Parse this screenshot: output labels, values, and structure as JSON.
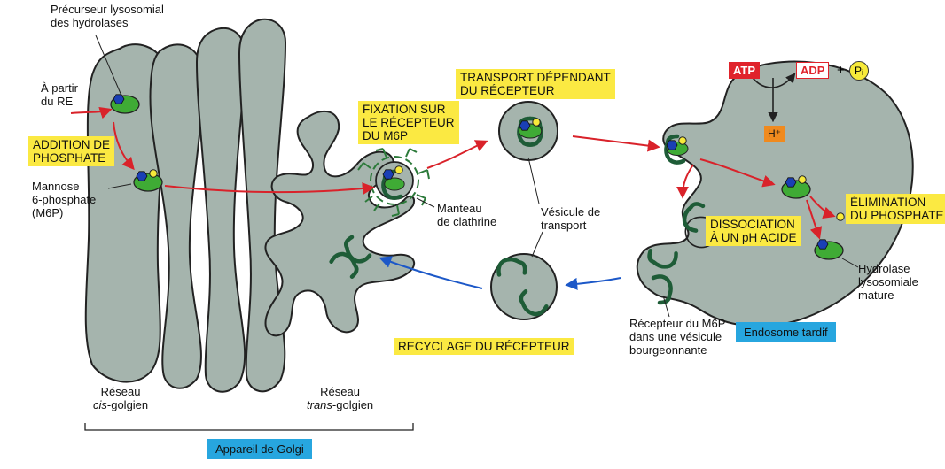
{
  "labels": {
    "precursor": [
      "Précurseur lysosomial",
      "des hydrolases"
    ],
    "from_er": [
      "À partir",
      "du RE"
    ],
    "mannose": [
      "Mannose",
      "6-phosphate",
      "(M6P)"
    ],
    "clathrin": [
      "Manteau",
      "de clathrine"
    ],
    "transport_vesicle": [
      "Vésicule de",
      "transport"
    ],
    "hydrolase_mature": [
      "Hydrolase",
      "lysosomiale",
      "mature"
    ],
    "receptor_budding": [
      "Récepteur du M6P",
      "dans une vésicule",
      "bourgeonnante"
    ],
    "cis_network": {
      "line1": "Réseau",
      "line2_italic": "cis",
      "line2_rest": "-golgien"
    },
    "trans_network": {
      "line1": "Réseau",
      "line2_italic": "trans",
      "line2_rest": "-golgien"
    }
  },
  "steps": {
    "addition": [
      "ADDITION DE",
      "PHOSPHATE"
    ],
    "fixation": [
      "FIXATION SUR",
      "LE RÉCEPTEUR",
      "DU M6P"
    ],
    "transport": [
      "TRANSPORT DÉPENDANT",
      "DU RÉCEPTEUR"
    ],
    "dissociation": [
      "DISSOCIATION",
      "À UN pH ACIDE"
    ],
    "elimination": [
      "ÉLIMINATION",
      "DU PHOSPHATE"
    ],
    "recycling": "RECYCLAGE DU RÉCEPTEUR"
  },
  "compartments": {
    "endosome": "Endosome tardif",
    "golgi": "Appareil de Golgi"
  },
  "energy": {
    "atp": "ATP",
    "adp": "ADP",
    "plus": "+",
    "pi": "Pᵢ",
    "proton": "H⁺"
  },
  "colors": {
    "membrane_fill": "#a5b4ad",
    "outline": "#222222",
    "enzyme": "#3fab35",
    "receptor": "#1e5c37",
    "clathrin": "#2c7a3a",
    "m6p_hex": "#1a3fb5",
    "phosphate": "#f7ea3a",
    "arrow_red": "#d9222a",
    "arrow_blue": "#1c58c8",
    "step_box": "#fbe942",
    "compartment_box": "#27a6df"
  }
}
